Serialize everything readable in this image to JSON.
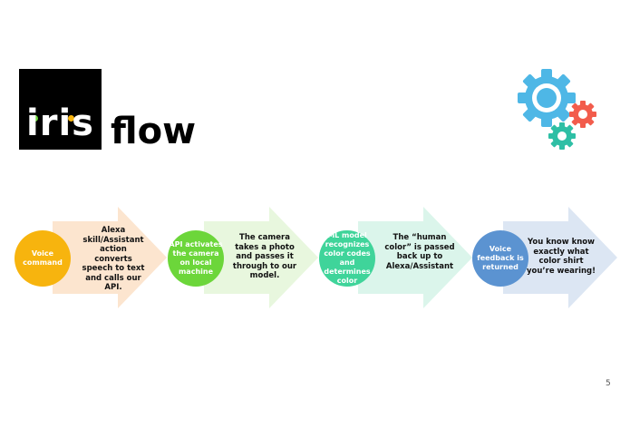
{
  "logo": {
    "text": "iris"
  },
  "title": "flow",
  "steps": [
    {
      "circle": "Voice command",
      "arrow": "Alexa skill/Assistant action converts speech to text and calls our API.",
      "circle_color": "#F7B40E",
      "arrow_color": "#FCE5CF"
    },
    {
      "circle": "API activates the camera on local machine",
      "arrow": "The camera takes a photo and passes it through to our model.",
      "circle_color": "#6CD63A",
      "arrow_color": "#E8F7DE"
    },
    {
      "circle": "ML model recognizes color codes and determines color",
      "arrow": "The “human color” is passed back up to Alexa/Assistant",
      "circle_color": "#3FD49A",
      "arrow_color": "#DBF5EB"
    },
    {
      "circle": "Voice feedback is returned",
      "arrow": "You know know exactly what color shirt you’re wearing!",
      "circle_color": "#5B93D1",
      "arrow_color": "#DCE6F3"
    }
  ],
  "page_number": "5",
  "colors": {
    "gear_large": "#4EB7E6",
    "gear_red": "#F25C4C",
    "gear_teal": "#2EBFA5"
  },
  "icons": [
    "gears-icon"
  ]
}
